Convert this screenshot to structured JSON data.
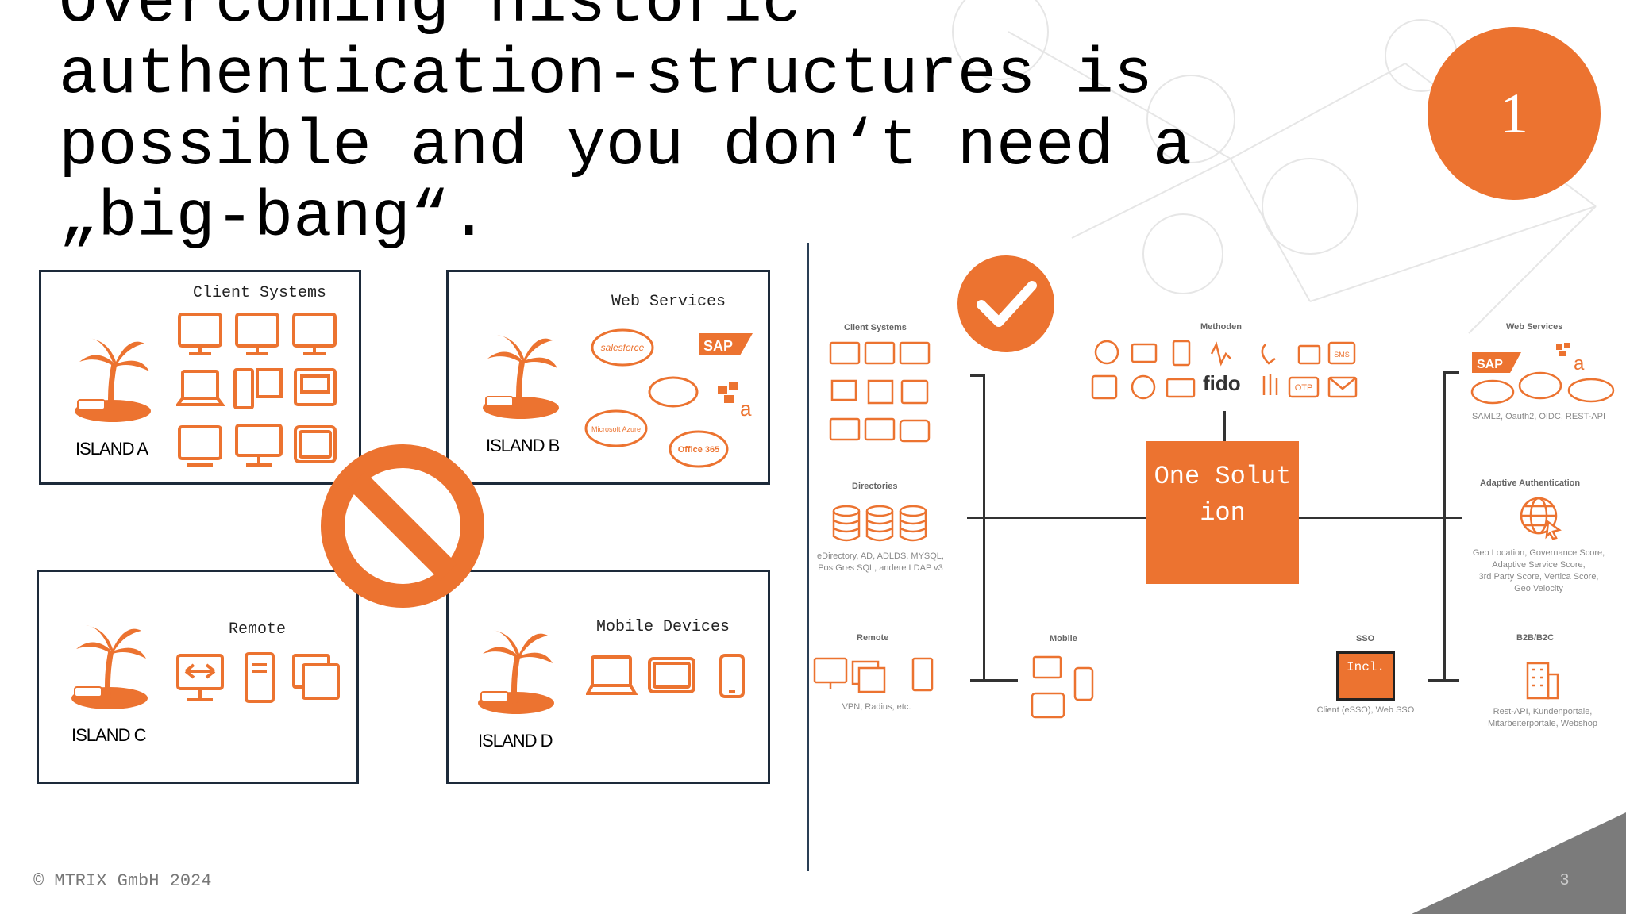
{
  "slide": {
    "title": "Overcoming historic\nauthentication-structures is\npossible and you don‘t need a\n„big-bang“.",
    "badge_number": "1",
    "footer": "© MTRIX GmbH 2024",
    "page_number": "3"
  },
  "islands": {
    "a": {
      "label": "Client Systems",
      "name": "ISLAND A"
    },
    "b": {
      "label": "Web Services",
      "name": "ISLAND B",
      "logos": [
        "salesforce",
        "SAP",
        "Microsoft Azure",
        "Office 365"
      ]
    },
    "c": {
      "label": "Remote",
      "name": "ISLAND C"
    },
    "d": {
      "label": "Mobile Devices",
      "name": "ISLAND D"
    }
  },
  "diagram": {
    "client_systems": "Client Systems",
    "directories": "Directories",
    "directories_desc": "eDirectory, AD, ADLDS, MYSQL,\nPostGres SQL, andere LDAP v3",
    "remote": "Remote",
    "remote_desc": "VPN, Radius, etc.",
    "mobile": "Mobile",
    "methoden": "Methoden",
    "fido": "fido",
    "sms": "SMS",
    "otp": "OTP",
    "solution": "One Solution",
    "sso": "SSO",
    "incl": "Incl.",
    "sso_desc": "Client (eSSO), Web SSO",
    "web_services": "Web Services",
    "web_services_desc": "SAML2, Oauth2, OIDC, REST-API",
    "adaptive": "Adaptive Authentication",
    "adaptive_desc": "Geo Location, Governance Score,\nAdaptive Service Score,\n3rd Party Score, Vertica Score,\nGeo Velocity",
    "b2b": "B2B/B2C",
    "b2b_desc": "Rest-API, Kundenportale,\nMitarbeiterportale, Webshop"
  },
  "colors": {
    "accent": "#ec7330",
    "border": "#1d2a3a"
  }
}
